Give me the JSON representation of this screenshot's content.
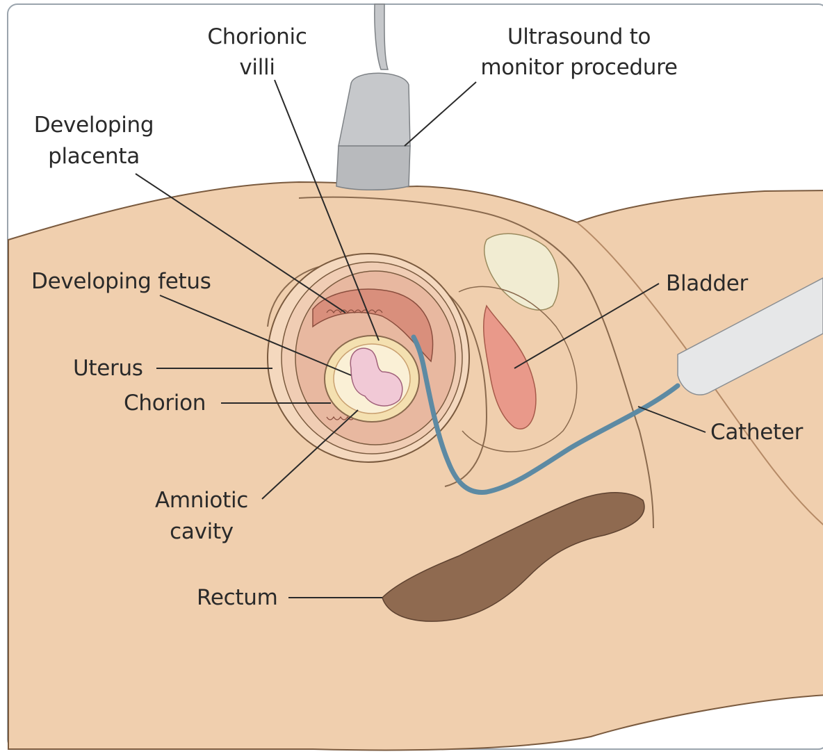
{
  "diagram": {
    "colors": {
      "background": "#ffffff",
      "frame": "#9aa4ad",
      "skin": "#f0cfae",
      "skin_outline": "#7a5a3e",
      "uterus_wall": "#e8b8a0",
      "placenta": "#d98f7c",
      "amnion": "#f4e0b0",
      "fetus": "#f1c9d6",
      "bladder": "#e9998a",
      "rectum": "#8f6a50",
      "pubic_bone": "#f1ecd2",
      "catheter": "#5d8aa3",
      "probe": "#c6c8cb",
      "label_text": "#2a2a2a"
    },
    "labels": {
      "chorionic_villi": [
        "Chorionic",
        "villi"
      ],
      "ultrasound": [
        "Ultrasound to",
        "monitor procedure"
      ],
      "developing_placenta": [
        "Developing",
        "placenta"
      ],
      "developing_fetus": "Developing fetus",
      "uterus": "Uterus",
      "chorion": "Chorion",
      "amniotic_cavity": [
        "Amniotic",
        "cavity"
      ],
      "bladder": "Bladder",
      "catheter": "Catheter",
      "rectum": "Rectum"
    }
  }
}
